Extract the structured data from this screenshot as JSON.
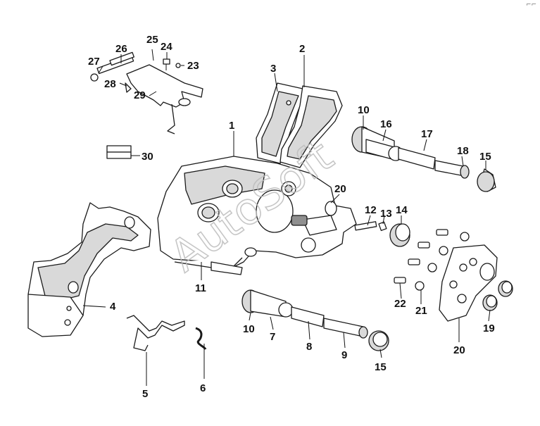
{
  "diagram": {
    "watermark": "AutoSoft",
    "corner_mark": "⌐⌐",
    "callouts": {
      "c1": "1",
      "c2": "2",
      "c3": "3",
      "c4": "4",
      "c5": "5",
      "c6": "6",
      "c7": "7",
      "c8": "8",
      "c9": "9",
      "c10a": "10",
      "c10b": "10",
      "c11": "11",
      "c12": "12",
      "c13": "13",
      "c14": "14",
      "c15a": "15",
      "c15b": "15",
      "c16": "16",
      "c17": "17",
      "c18": "18",
      "c19": "19",
      "c20a": "20",
      "c20b": "20",
      "c21": "21",
      "c22": "22",
      "c23": "23",
      "c24": "24",
      "c25": "25",
      "c26": "26",
      "c27": "27",
      "c28": "28",
      "c29": "29",
      "c30": "30"
    }
  }
}
